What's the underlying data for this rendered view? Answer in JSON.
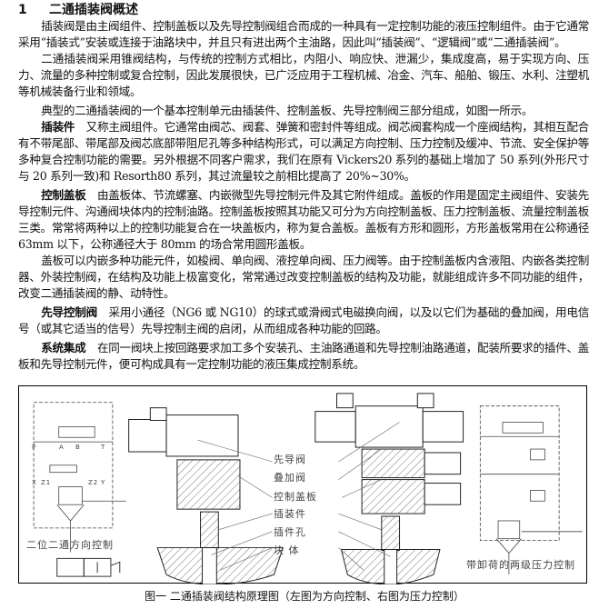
{
  "heading": {
    "number": "1",
    "text": "二通插装阀概述"
  },
  "paragraphs": [
    {
      "lead": "",
      "text": "插装阀是由主阀组件、控制盖板以及先导控制阀组合而成的一种具有一定控制功能的液压控制组件。由于它通常采用“插装式”安装或连接于油路块中，并且只有进出两个主油路，因此叫“插装阀”、“逻辑阀”或“二通插装阀”。"
    },
    {
      "lead": "",
      "text": "二通插装阀采用锥阀结构，与传统的控制方式相比，内阻小、响应快、泄漏少，集成度高，易于实现方向、压力、流量的多种控制或复合控制，因此发展很快，已广泛应用于工程机械、冶金、汽车、船舶、锻压、水利、注塑机等机械装备行业和领域。"
    },
    {
      "lead": "",
      "text": "典型的二通插装阀的一个基本控制单元由插装件、控制盖板、先导控制阀三部分组成，如图一所示。"
    },
    {
      "lead": "插装件",
      "text": "又称主阀组件。它通常由阀芯、阀套、弹簧和密封件等组成。阀芯阀套构成一个座阀结构，其相互配合有不带尾部、带尾部及阀芯底部带阻尼孔等多种结构形式，可以满足方向控制、压力控制及缓冲、节流、安全保护等多种复合控制功能的需要。另外根据不同客户需求，我们在原有 Vickers20 系列的基础上增加了 50 系列(外形尺寸与 20 系列一致)和 Resorth80 系列，其过流量较之前相比提高了 20%~30%。"
    },
    {
      "lead": "控制盖板",
      "text": "由盖板体、节流螺塞、内嵌微型先导控制元件及其它附件组成。盖板的作用是固定主阀组件、安装先导控制元件、沟通阀块体内的控制油路。控制盖板按照其功能又可分为方向控制盖板、压力控制盖板、流量控制盖板三类。常常将两种以上的控制功能复合在一块盖板内，称为复合盖板。盖板有方形和圆形，方形盖板常用在公称通径 63mm 以下，公称通径大于 80mm 的场合常用圆形盖板。"
    },
    {
      "lead": "",
      "text": "盖板可以内嵌多种功能元件，如梭阀、单向阀、液控单向阀、压力阀等。由于控制盖板内含液阻、内嵌各类控制器、外装控制阀，在结构及功能上极富变化，常常通过改变控制盖板的结构及功能，就能组成许多不同功能的组件，改变二通插装阀的静、动特性。"
    },
    {
      "lead": "先导控制阀",
      "text": "采用小通径（NG6 或 NG10）的球式或滑阀式电磁换向阀，以及以它们为基础的叠加阀，用电信号（或其它适当的信号）先导控制主阀的启闭，从而组成各种功能的回路。"
    },
    {
      "lead": "系统集成",
      "text": "在同一阀块上按回路要求加工多个安装孔、主油路通道和先导控制油路通道，配装所要求的插件、盖板和先导控制元件，便可构成具有一定控制功能的液压集成控制系统。"
    }
  ],
  "figure": {
    "labels": {
      "pilot_valve": "先导阀",
      "stack_valve": "叠加阀",
      "cover_plate": "控制盖板",
      "cartridge": "插装件",
      "cartridge_hole": "插件孔",
      "block": "块  体"
    },
    "left_title": "二位二通方向控制",
    "right_title": "带卸荷的两级压力控制",
    "schematic_ports": {
      "p": "P",
      "a": "A",
      "b": "B",
      "t": "T",
      "x": "X",
      "z1": "Z1",
      "z2": "Z2",
      "y": "Y"
    },
    "caption": "图一 二通插装阀结构原理图（左图为方向控制、右图为压力控制）"
  }
}
